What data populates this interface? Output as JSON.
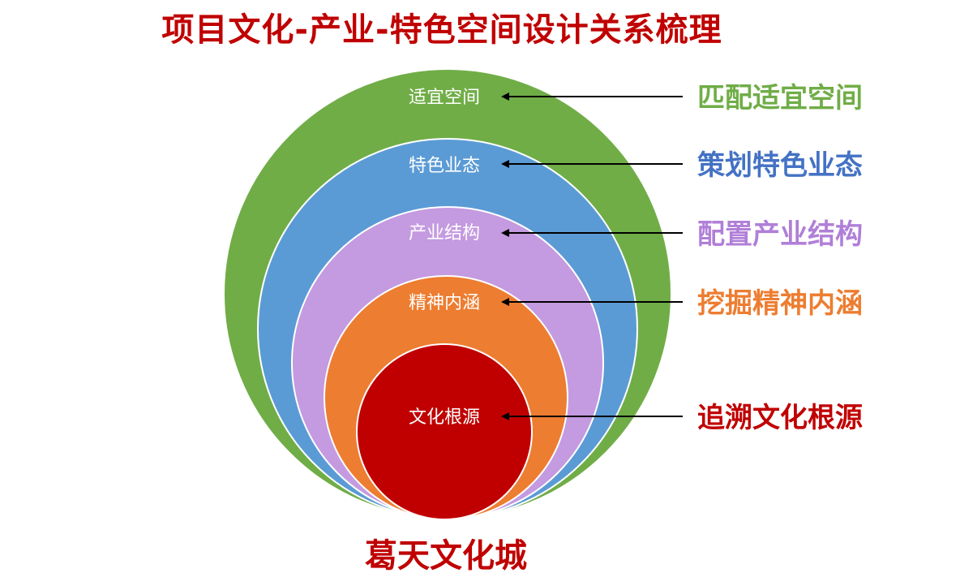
{
  "title": "项目文化-产业-特色空间设计关系梳理",
  "footer": "葛天文化城",
  "layers": [
    {
      "inner_label": "适宜空间",
      "outer_label": "匹配适宜空间",
      "color": "#70ad47"
    },
    {
      "inner_label": "特色业态",
      "outer_label": "策划特色业态",
      "color": "#5b9bd5"
    },
    {
      "inner_label": "产业结构",
      "outer_label": "配置产业结构",
      "color": "#c49ae0"
    },
    {
      "inner_label": "精神内涵",
      "outer_label": "挖掘精神内涵",
      "color": "#ed7d31"
    },
    {
      "inner_label": "文化根源",
      "outer_label": "追溯文化根源",
      "color": "#c00000"
    }
  ],
  "label_colors": [
    "#70ad47",
    "#4472c4",
    "#b07fd8",
    "#ed7d31",
    "#c00000"
  ],
  "arrow_color": "#000000"
}
